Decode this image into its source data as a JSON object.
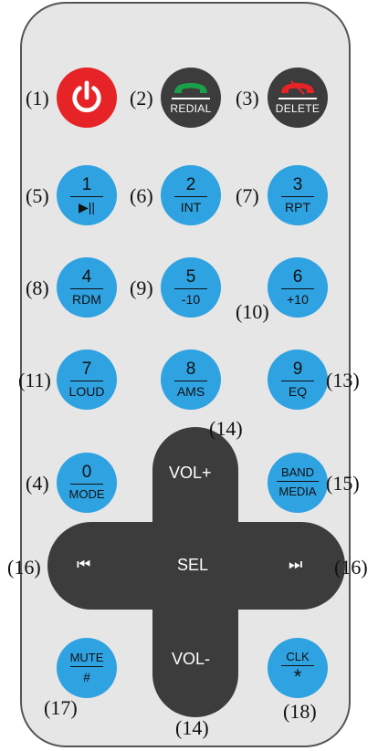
{
  "buttons": {
    "power": {
      "callout": "(1)"
    },
    "redial": {
      "label": "REDIAL",
      "callout": "(2)"
    },
    "delete": {
      "label": "DELETE",
      "callout": "(3)"
    },
    "b1": {
      "top": "1",
      "bottom": "▶||",
      "callout": "(5)"
    },
    "b2": {
      "top": "2",
      "bottom": "INT",
      "callout": "(6)"
    },
    "b3": {
      "top": "3",
      "bottom": "RPT",
      "callout": "(7)"
    },
    "b4": {
      "top": "4",
      "bottom": "RDM",
      "callout": "(8)"
    },
    "b5": {
      "top": "5",
      "bottom": "-10",
      "callout": "(9)"
    },
    "b6": {
      "top": "6",
      "bottom": "+10",
      "callout": "(10)"
    },
    "b7": {
      "top": "7",
      "bottom": "LOUD",
      "callout": "(11)"
    },
    "b8": {
      "top": "8",
      "bottom": "AMS"
    },
    "b9": {
      "top": "9",
      "bottom": "EQ",
      "callout": "(13)"
    },
    "b0": {
      "top": "0",
      "bottom": "MODE",
      "callout": "(4)"
    },
    "band": {
      "top": "BAND",
      "bottom": "MEDIA",
      "callout": "(15)"
    },
    "mute": {
      "top": "MUTE",
      "bottom": "#",
      "callout": "(17)"
    },
    "clk": {
      "top": "CLK",
      "bottom": "*",
      "callout": "(18)"
    }
  },
  "dpad": {
    "vol_up": "VOL+",
    "vol_down": "VOL-",
    "sel": "SEL",
    "prev": "⏮",
    "next": "⏭",
    "callout_top": "(14)",
    "callout_bottom": "(14)",
    "callout_left": "(16)",
    "callout_right": "(16)"
  },
  "colors": {
    "blue": "#2fa2e2",
    "dark": "#3c3c3c",
    "red": "#e62326",
    "body": "#e6e6e6"
  }
}
